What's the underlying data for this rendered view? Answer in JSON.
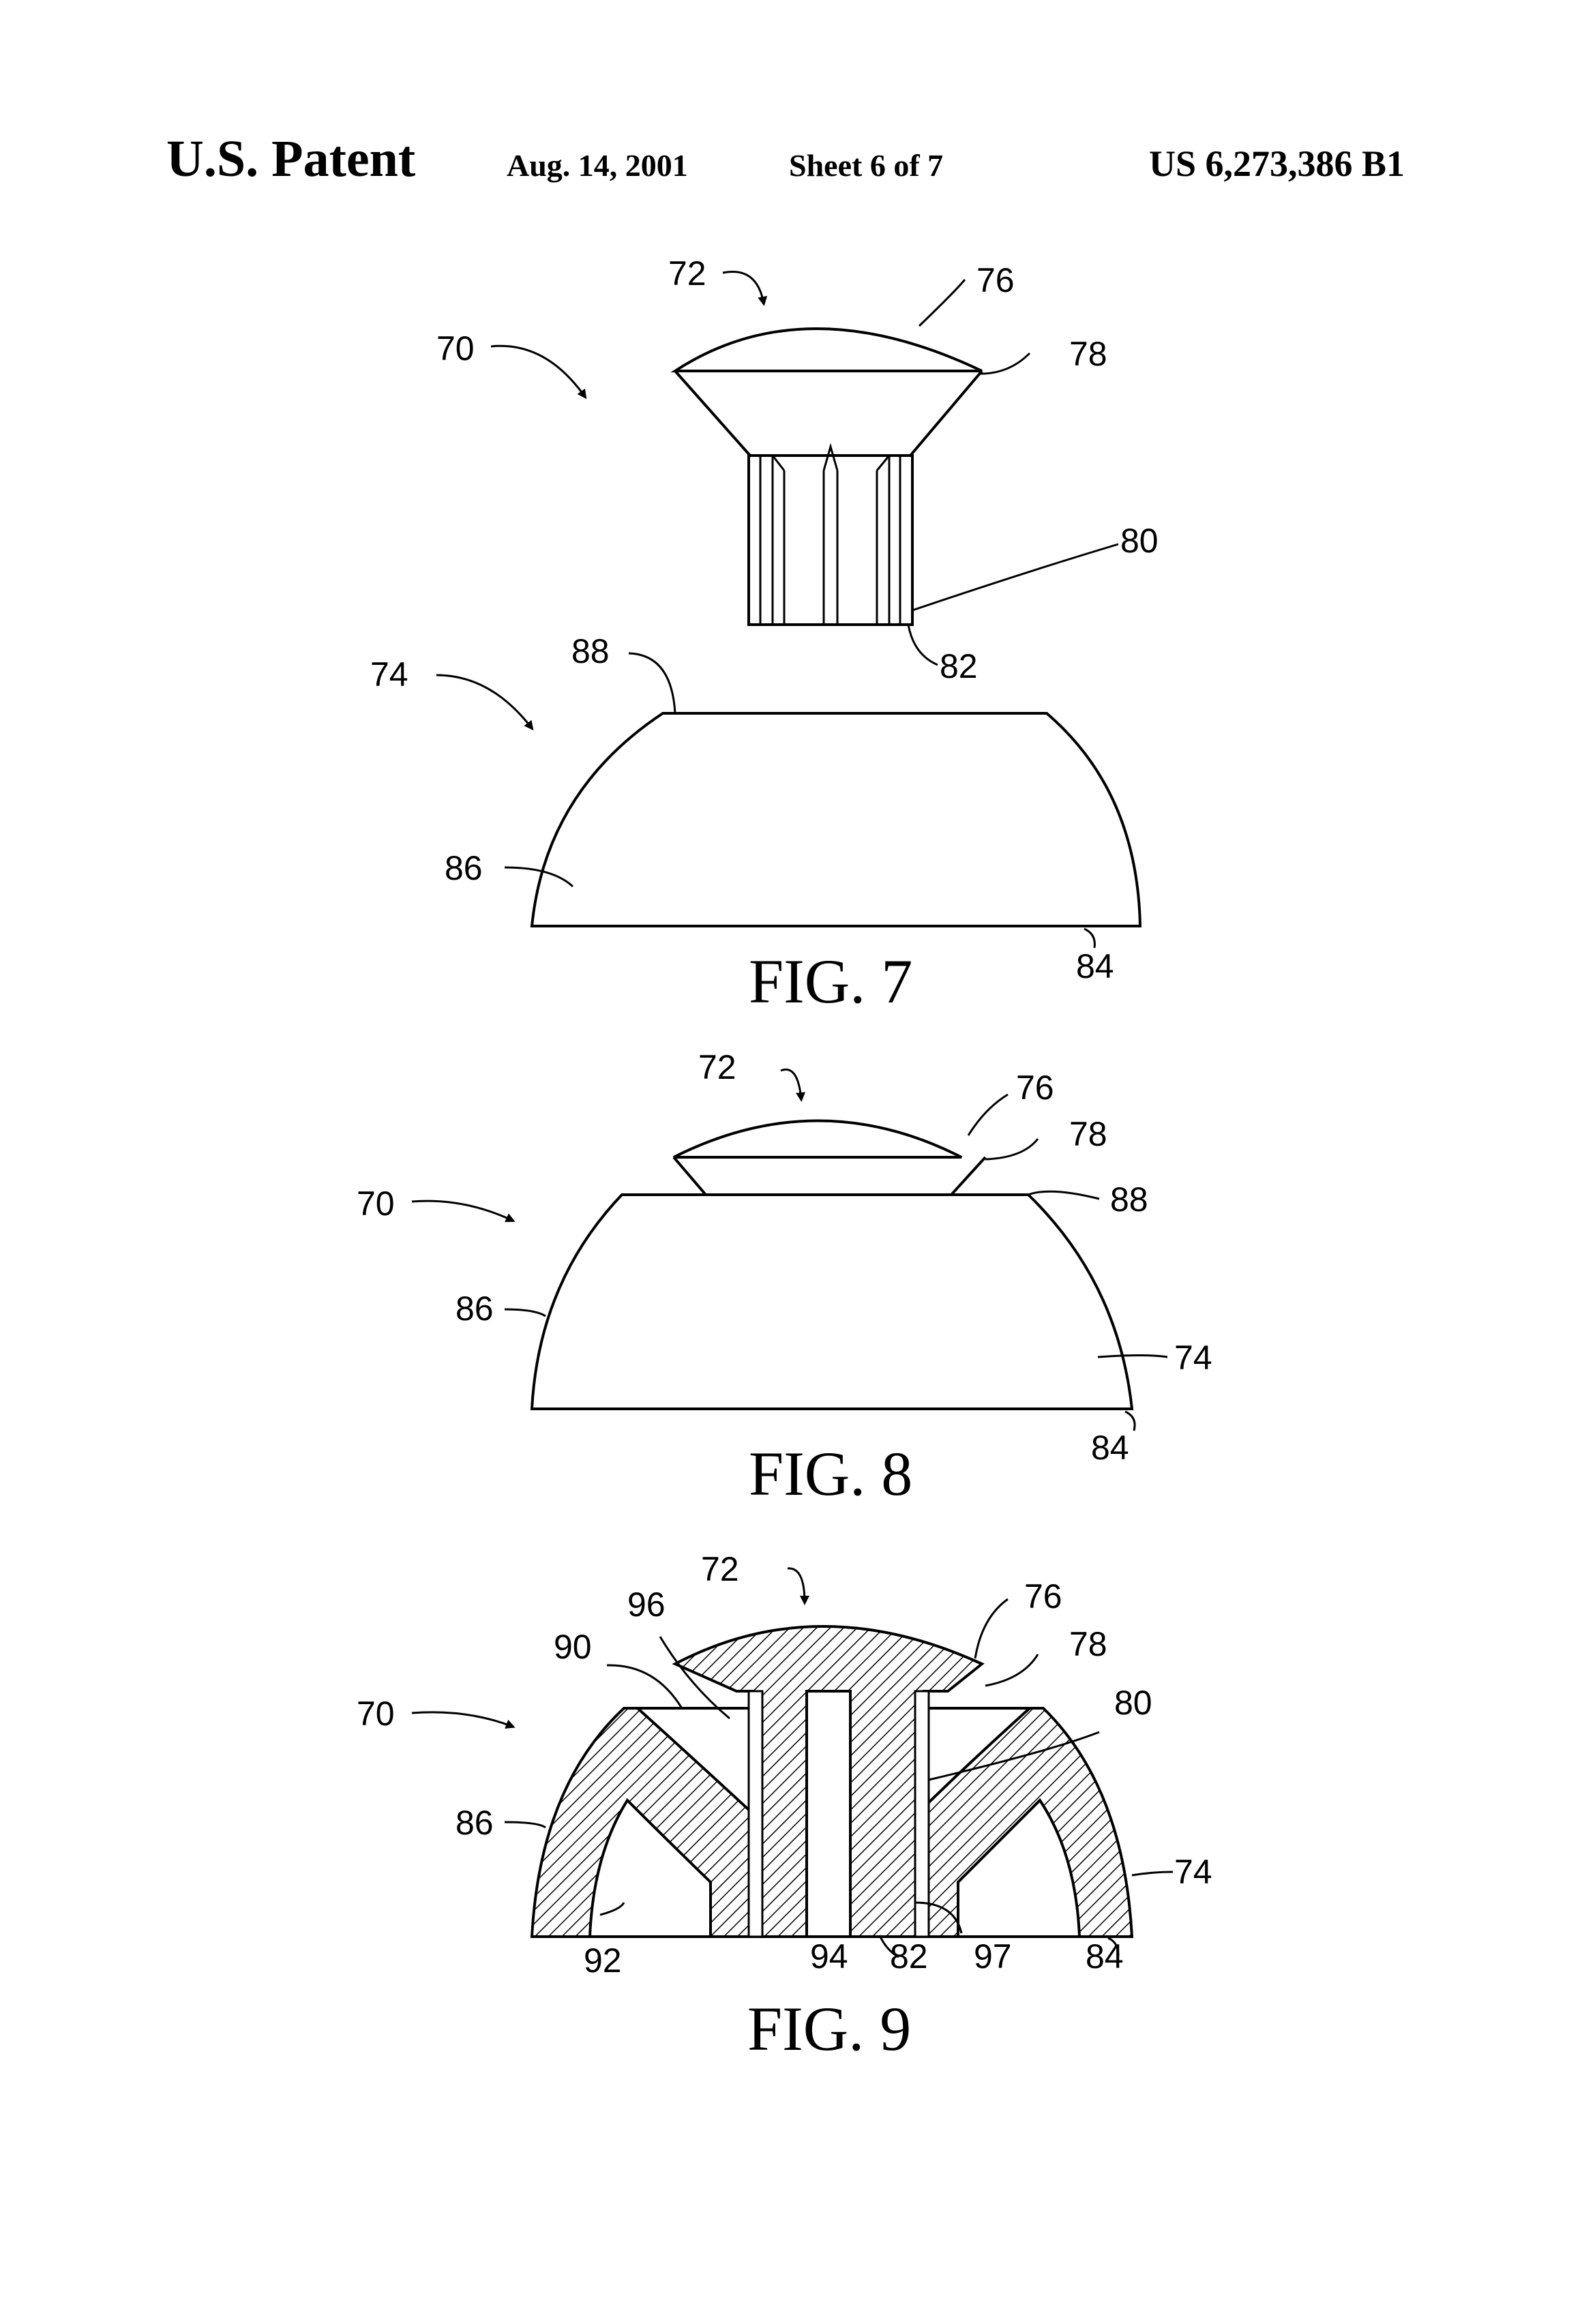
{
  "header": {
    "title": "U.S. Patent",
    "date": "Aug. 14, 2001",
    "sheet": "Sheet 6 of 7",
    "patent_number": "US 6,273,386 B1"
  },
  "figures": [
    {
      "caption": "FIG. 7",
      "refs": [
        "70",
        "72",
        "76",
        "78",
        "80",
        "82",
        "74",
        "88",
        "86",
        "84"
      ]
    },
    {
      "caption": "FIG. 8",
      "refs": [
        "72",
        "76",
        "78",
        "70",
        "88",
        "86",
        "74",
        "84"
      ]
    },
    {
      "caption": "FIG. 9",
      "refs": [
        "72",
        "76",
        "96",
        "78",
        "90",
        "80",
        "70",
        "86",
        "74",
        "92",
        "94",
        "82",
        "97",
        "84"
      ]
    }
  ],
  "colors": {
    "ink": "#000000",
    "paper": "#ffffff"
  }
}
